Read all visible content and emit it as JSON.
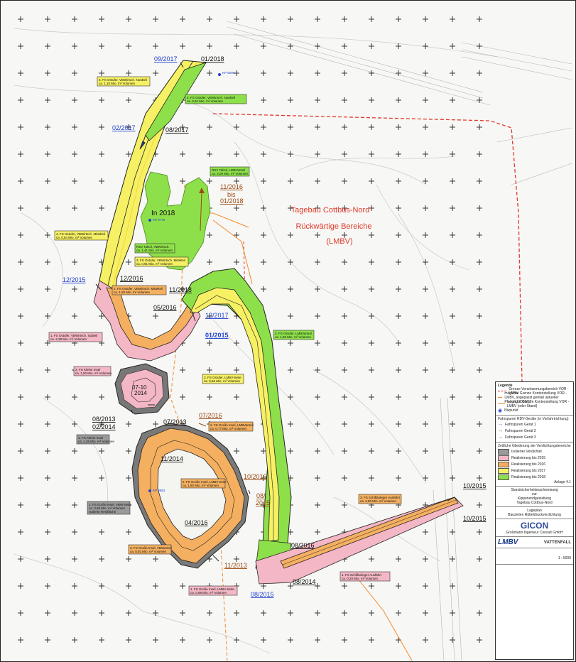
{
  "map_title": {
    "line1": "Tagebau Cottbus-Nord",
    "line2": "Rückwärtige Bereiche",
    "line3": "(LMBV)"
  },
  "colors": {
    "yellow": "#f6f064",
    "green": "#8ee04a",
    "orange": "#f4b060",
    "pink": "#f4b7c5",
    "gray": "#9a9a9a",
    "red_border": "#e03a2a",
    "blue_text": "#1f3fd0"
  },
  "dates": {
    "d_09_2017": "09/2017",
    "d_01_2018": "01/2018",
    "d_02_2017": "02/2017",
    "d_08_2017": "08/2017",
    "d_11_2016": "11/2016",
    "d_bis": "bis",
    "d_01_2018b": "01/2018",
    "d_in_2018": "In 2018",
    "d_12_2015": "12/2015",
    "d_12_2016": "12/2016",
    "d_11_2018": "11/2018",
    "d_05_2016": "05/2016",
    "d_12_2017": "12/2017",
    "d_01_2015": "01/2015",
    "d_07_10": "07-10",
    "d_2014": "2014",
    "d_08_2013": "08/2013",
    "d_02_2014": "02/2014",
    "d_07_2016": "07/2016",
    "d_07_2013": "07/2013",
    "d_11_2014": "11/2014",
    "d_10_2016": "10/2016",
    "d_08": "08/",
    "d_2015": "2015",
    "d_04_2016": "04/2016",
    "d_11_2013": "11/2013",
    "d_10_2015a": "10/2015",
    "d_10_2015b": "10/2015",
    "d_08_2016": "08/2016",
    "d_08_2014": "08/2014",
    "d_08_2015": "08/2015"
  },
  "labels": {
    "k1": "3. FS Ostufer, VBWirtsch. Nordteil",
    "k1b": "ca. 1,15 Mio. m³ Volumen",
    "k2": "3. FS Ostufer, VBWirtsch. Nordteil",
    "k2b": "ca. 0,94 Mio. m³ Volumen",
    "k3": "RSV Talsol, LMBVanteil",
    "k3b": "ca. 2,00 Mio. m³ Volumen",
    "k4": "4. FS Ostufer, VBWirtsch. Mittelteil",
    "k4b": "ca. 0,84 Mio. m³ Volumen",
    "k5": "RSV Talsol, VBWirtsch.",
    "k5b": "ca. 1,41 Mio. m³ Volumen",
    "k6": "3. FS Ostufer, VBWirtsch. Mittelteil",
    "k6b": "ca. 0,91 Mio. m³ Volumen",
    "k7": "2. FS Ostufer, VBWirtsch. Mittelteil",
    "k7b": "ca. 1,50 Mio. m³ Volumen",
    "k8": "1. FS Ostufer, VBWirtsch. Südteil",
    "k8b": "ca. 2,38 Mio. m³ Volumen",
    "k9": "3. FS Ostufer, LMBVanteil",
    "k9b": "ca. 1,50 Mio. m³ Volumen",
    "k10": "2. FS Kleine Insel",
    "k10b": "ca. 1,00 Mio. m³ Volumen",
    "k11": "3. FS Ostufer, LMBV-Seite",
    "k11b": "ca. 0,66 Mio. m³ Volumen",
    "k12": "1. FS Kleine Insel",
    "k12b": "ca. 1,35 Mio. m³ Volumen",
    "k13": "2. FS Große Insel, LMBVanteil",
    "k13b": "ca. 0,77 Mio. m³ Volumen",
    "k14": "2. FS Große Insel, LMBV-Seite",
    "k14b": "ca. 1,92 Mio. m³ Volumen",
    "k15": "1. FS Große Insel, VBW-Seite",
    "k15b": "ca. 3,20 Mio. m³ Volumen",
    "k15c": "Isolierte Restfläche",
    "k16": "3. FS Schiffanleger Ausfährt",
    "k16b": "ca. 2,50 Mio. m³ Volumen",
    "k17": "3. FS Große Insel, VBWanteil",
    "k17b": "ca. 0,92 Mio. m³ Volumen",
    "k18": "1. FS Große Insel, LMBV-Seite",
    "k18b": "ca. 0,68 Mio. m³ Volumen",
    "k19": "1. FS Schiffanleger Ausfährt",
    "k19b": "ca. 0,20 Mio. m³ Volumen",
    "kp1": "KP 5008",
    "kp2": "KP 9776",
    "kp3": "KP 3653"
  },
  "legend": {
    "title": "Legende",
    "l1": "Grenze Verantwortungsbereich VOR - LMBV",
    "l2": "mögliche Grenze Kontenstellung VOR - LMBV, angepasst gemäß aktueller Planung 2016/17",
    "l3": "mögliche Grenze Kontenstellung VOR - LMBV (oder Stand)",
    "l4": "Nivpunkt",
    "fahr_head": "Fahrspuren RDV-Geräte (in Vorfahrtrichtung)",
    "f1": "Fahrspuren Gerät 1",
    "f2": "Fahrspuren Gerät 2",
    "f3": "Fahrspuren Gerät 3",
    "z_head": "Zeitliche Gliederung der Verdichtungsbereiche",
    "z1": "Isolierter Verdichtet",
    "z2": "Realisierung bis 2015",
    "z3": "Realisierung bis 2016",
    "z4": "Realisierung bis 2017",
    "z5": "Realisierung bis 2018",
    "anlage": "Anlage 4.1",
    "proj1": "Standsicherheitsnachweisung",
    "proj2": "zur",
    "proj3": "Kippenendgestaltung",
    "proj4": "Tagebau Cottbus-Nord",
    "lage1": "Lageplan",
    "lage2": "Bauzeiten Rütteldruckverdichtung",
    "gicon": "GICON",
    "gicon_sub": "Großmann Ingenieur Consult GmbH",
    "lmbv": "LMBV",
    "vattenfall": "VATTENFALL",
    "scale": "1 : 5000"
  }
}
